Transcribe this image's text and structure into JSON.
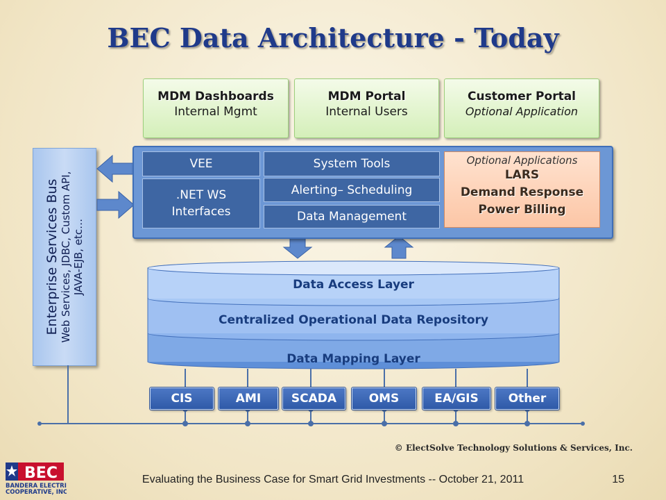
{
  "title": "BEC Data Architecture - Today",
  "top_boxes": [
    {
      "title": "MDM Dashboards",
      "subtitle": "Internal Mgmt"
    },
    {
      "title": "MDM Portal",
      "subtitle": "Internal Users"
    },
    {
      "title": "Customer Portal",
      "subtitle": "Optional Application"
    }
  ],
  "mdm": {
    "vee": "VEE",
    "netws_line1": ".NET WS",
    "netws_line2": "Interfaces",
    "system_tools": "System Tools",
    "alerting": "Alerting– Scheduling",
    "data_mgmt": "Data Management",
    "optional_header": "Optional Applications",
    "optional_apps": [
      "LARS",
      "Demand Response",
      "Power Billing"
    ]
  },
  "esb": {
    "title": "Enterprise Services Bus",
    "line1": "Web Services, JDBC, Custom API,",
    "line2": "JAVA-EJB, etc…"
  },
  "data_layers": {
    "access": "Data Access Layer",
    "repository": "Centralized Operational Data Repository",
    "mapping": "Data Mapping Layer"
  },
  "sources": [
    "CIS",
    "AMI",
    "SCADA",
    "OMS",
    "EA/GIS",
    "Other"
  ],
  "copyright": "© ElectSolve Technology Solutions & Services, Inc.",
  "footer": "Evaluating the Business Case for Smart Grid Investments -- October 21, 2011",
  "page_number": "15",
  "logo": {
    "mark": "BEC",
    "line1": "BANDERA ELECTRIC",
    "line2": "COOPERATIVE, INC"
  },
  "colors": {
    "title": "#1f3a8a",
    "mdm_panel": "#6c97d5",
    "dark_box": "#3e66a3",
    "green_box": "#d4efb9",
    "optional_box": "#fcc6a6",
    "esb": "#c9dbf5",
    "bus_line": "#4a6fa8"
  }
}
